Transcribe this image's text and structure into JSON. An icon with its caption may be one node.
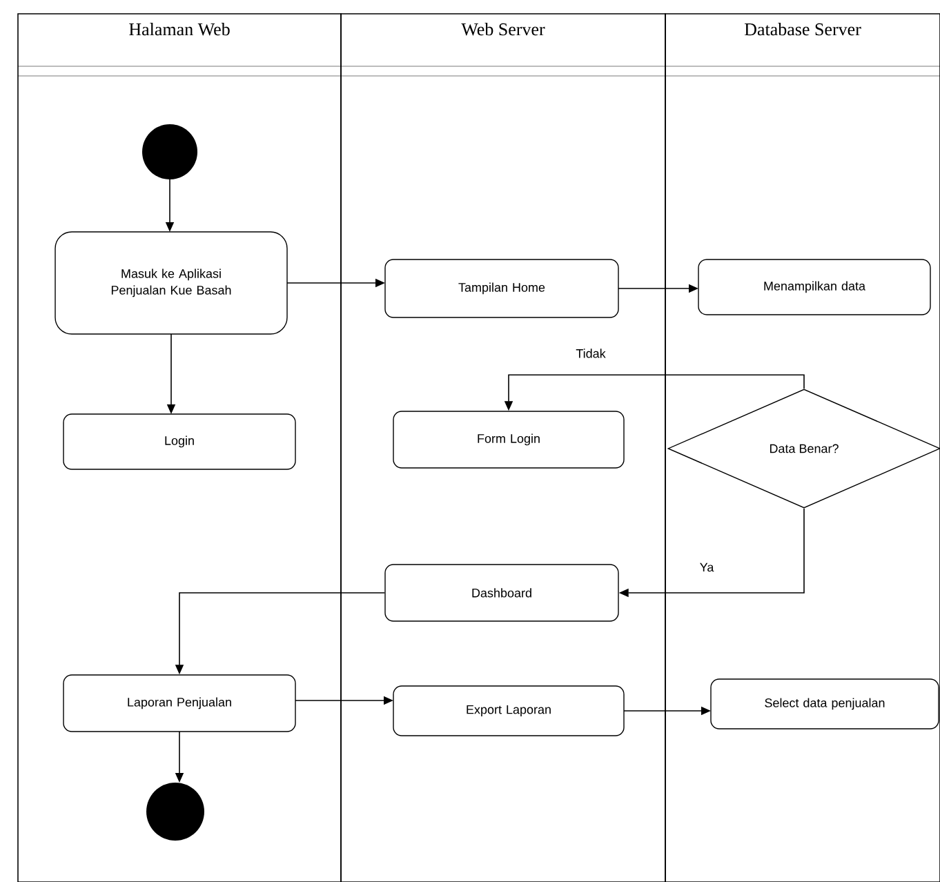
{
  "diagram": {
    "nodes": [
      {
        "text": [
          "Halaman Web"
        ]
      },
      {
        "text": [
          "Web Server"
        ]
      },
      {
        "text": [
          "Database Server"
        ]
      },
      {
        "text": [],
        "shape": "circle",
        "in": 0
      },
      {
        "text": [
          "Masuk ke Aplikasi Penjualan Kue Basah"
        ],
        "in": 0
      },
      {
        "text": [
          "Tampilan Home"
        ],
        "in": 1
      },
      {
        "text": [
          "Menampilkan data"
        ],
        "in": 2
      },
      {
        "text": [
          "Login"
        ],
        "in": 0
      },
      {
        "text": [
          "Form Login"
        ],
        "in": 1
      },
      {
        "text": [
          "Data Benar?"
        ],
        "in": 2
      },
      {
        "text": [
          "Dashboard"
        ],
        "in": 1
      },
      {
        "text": [
          "Laporan Penjualan"
        ],
        "in": 0
      },
      {
        "text": [
          "Export Laporan"
        ],
        "in": 1
      },
      {
        "text": [
          "Select data penjualan"
        ],
        "in": 2
      },
      {
        "text": [],
        "shape": "circle",
        "in": 0
      }
    ],
    "edges": [
      {
        "from": 3,
        "to": 4,
        "arrow": "to"
      },
      {
        "from": 4,
        "to": 5,
        "arrow": "to"
      },
      {
        "from": 5,
        "to": 6,
        "arrow": "to"
      },
      {
        "from": 4,
        "to": 7,
        "arrow": "to"
      },
      {
        "from": 9,
        "to": 8,
        "arrow": "to",
        "label": "Tidak"
      },
      {
        "from": 9,
        "to": 10,
        "arrow": "to",
        "label": "Ya"
      },
      {
        "from": 10,
        "to": 11,
        "arrow": "to"
      },
      {
        "from": 11,
        "to": 12,
        "arrow": "to"
      },
      {
        "from": 12,
        "to": 13,
        "arrow": "to"
      },
      {
        "from": 11,
        "to": 14,
        "arrow": "to"
      }
    ]
  }
}
